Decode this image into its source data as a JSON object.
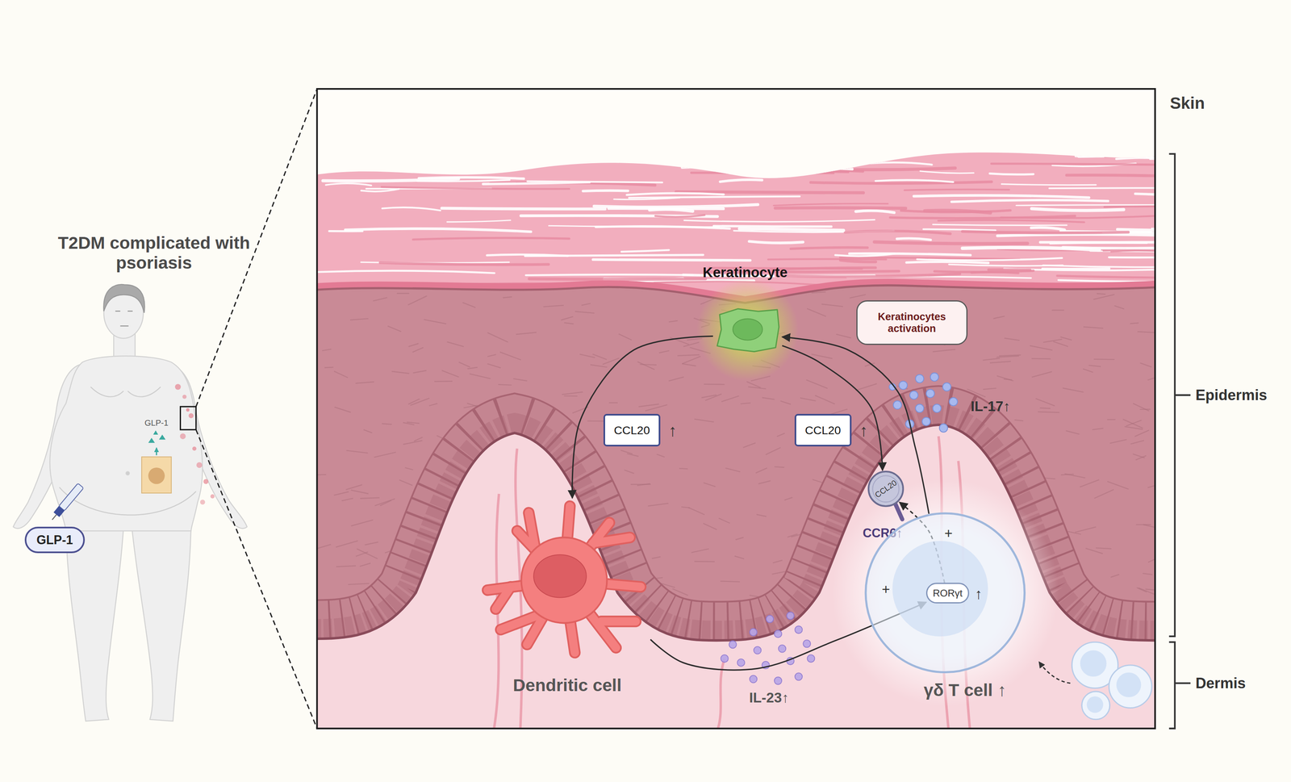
{
  "diagram": {
    "title": "T2DM complicated with psoriasis",
    "nodes": [
      {
        "text": [
          "Keratinocyte"
        ]
      },
      {
        "text": [
          "Keratinocytes activation"
        ]
      },
      {
        "text": [
          "CCL20",
          "↑"
        ]
      },
      {
        "text": [
          "CCL20",
          "↑"
        ]
      },
      {
        "text": [
          "CCL20",
          "CCR6↑"
        ]
      },
      {
        "text": [
          "Dendritic cell"
        ]
      },
      {
        "text": [
          "γδ T cell ↑"
        ]
      },
      {
        "text": [
          "RORγt",
          "↑"
        ],
        "in": 6
      },
      {
        "text": [
          "GLP-1"
        ]
      }
    ],
    "edges": [
      {
        "from": 0,
        "to": 5,
        "arrow": "to"
      },
      {
        "from": 5,
        "to": 7,
        "arrow": "to"
      },
      {
        "from": 7,
        "to": 4,
        "arrow": "to"
      },
      {
        "from": 0,
        "to": 4,
        "arrow": "to"
      },
      {
        "from": 6,
        "to": 0,
        "arrow": "to"
      }
    ],
    "labels": [
      "Skin",
      "Epidermis",
      "Dermis",
      "IL-17↑",
      "IL-23↑",
      "+",
      "+",
      "GLP-1"
    ]
  }
}
